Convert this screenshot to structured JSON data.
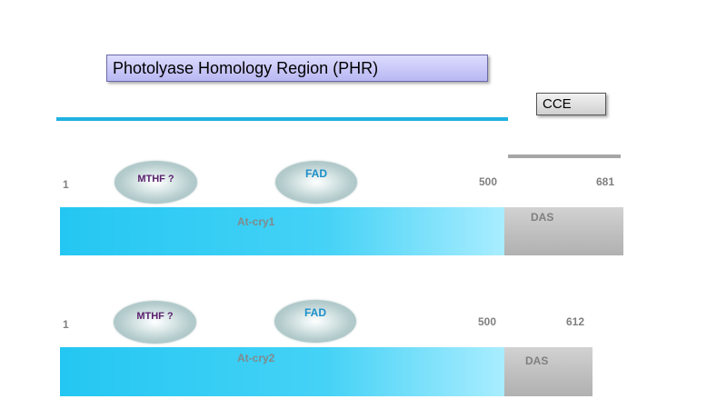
{
  "phr": {
    "label": "Photolyase Homology Region (PHR)"
  },
  "cce": {
    "label": "CCE"
  },
  "colors": {
    "phr_line": "#1fb1e0",
    "cce_line": "#a6a6a6",
    "phr_box": "#c8c6f5",
    "bar_blue": "#3ccdf4",
    "bar_gray": "#bdbdbd"
  },
  "proteins": [
    {
      "name": "At-cry1",
      "start": "1",
      "phr_end": "500",
      "end": "681",
      "cte_label": "DAS",
      "cofactors": [
        "MTHF ?",
        "FAD"
      ]
    },
    {
      "name": "At-cry2",
      "start": "1",
      "phr_end": "500",
      "end": "612",
      "cte_label": "DAS",
      "cofactors": [
        "MTHF ?",
        "FAD"
      ]
    }
  ]
}
